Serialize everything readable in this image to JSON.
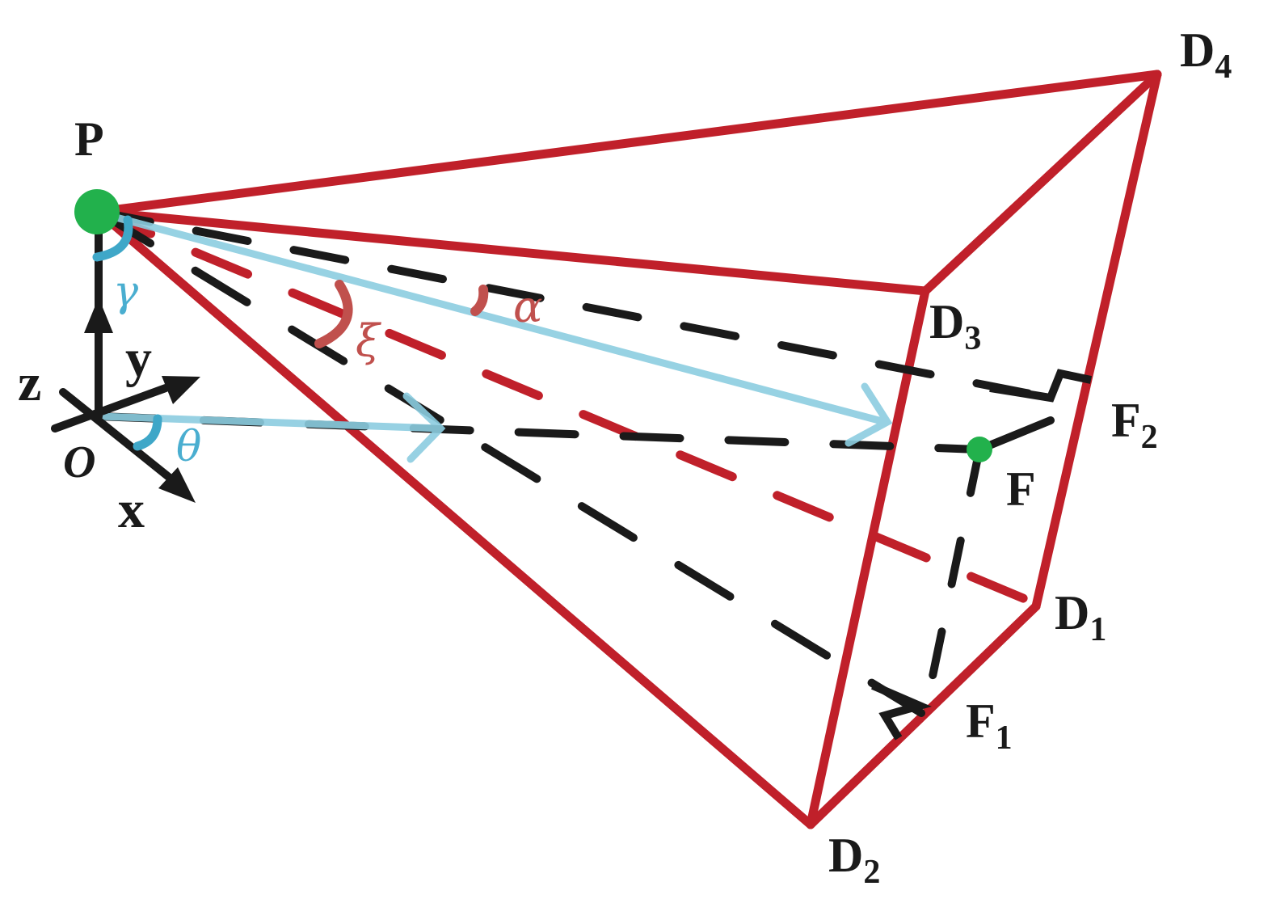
{
  "labels": {
    "p": "P",
    "o": "O",
    "x": "x",
    "y": "y",
    "z": "z",
    "f": "F",
    "f1": {
      "main": "F",
      "sub": "1"
    },
    "f2": {
      "main": "F",
      "sub": "2"
    },
    "d1": {
      "main": "D",
      "sub": "1"
    },
    "d2": {
      "main": "D",
      "sub": "2"
    },
    "d3": {
      "main": "D",
      "sub": "3"
    },
    "d4": {
      "main": "D",
      "sub": "4"
    }
  },
  "angles": {
    "gamma": "γ",
    "theta": "θ",
    "xi": "ξ",
    "alpha": "α"
  },
  "colors": {
    "frustum_edge": "#c0202a",
    "dashed_black": "#1a1a1a",
    "light_blue": "#8ccde0",
    "angle_blue": "#3fa7c8",
    "angle_red": "#c0504d",
    "point_green": "#22b14c"
  }
}
